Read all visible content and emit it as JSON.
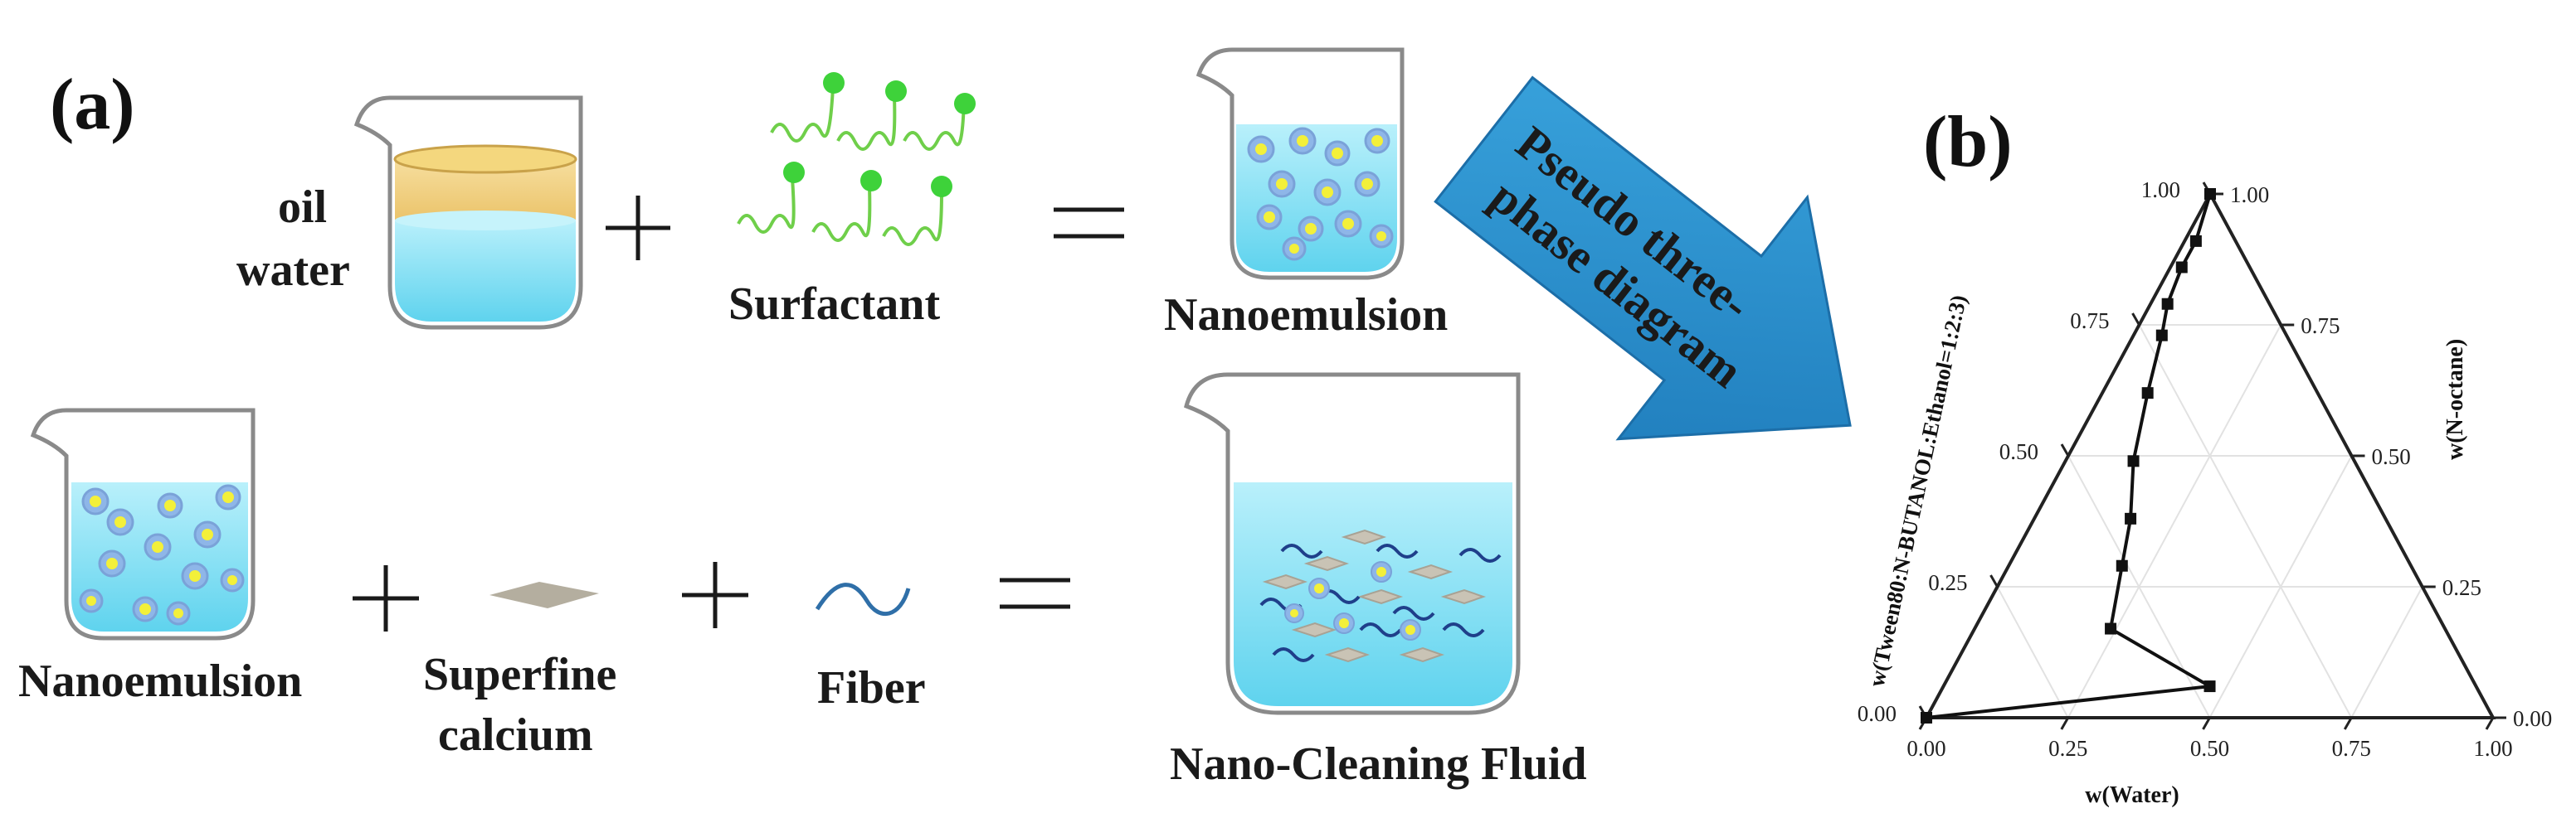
{
  "panel_a": {
    "label": "(a)",
    "oil_label": "oil",
    "water_label": "water",
    "surfactant_label": "Surfactant",
    "nanoemulsion_label": "Nanoemulsion",
    "nanoemulsion_label_2": "Nanoemulsion",
    "calcium_label_1": "Superfine",
    "calcium_label_2": "calcium",
    "fiber_label": "Fiber",
    "fluid_label": "Nano-Cleaning Fluid"
  },
  "arrow": {
    "line1": "Pseudo three-",
    "line2": "phase diagram",
    "color": "#2a8fcf"
  },
  "panel_b": {
    "label": "(b)",
    "bottom_axis_label": "w(Water)",
    "left_axis_label": "w(Tween80:N-BUTANOL:Ethanol=1:2:3)",
    "right_axis_label": "w(N-octane)",
    "bottom_ticks": [
      "0.00",
      "0.25",
      "0.50",
      "0.75",
      "1.00"
    ],
    "left_ticks": [
      "1.00",
      "0.75",
      "0.50",
      "0.25",
      "0.00"
    ],
    "right_ticks": [
      "0.00",
      "0.25",
      "0.50",
      "0.75",
      "1.00"
    ]
  },
  "chart_data": {
    "type": "scatter",
    "subtype": "ternary",
    "axes": [
      "w(Water)",
      "w(N-octane)",
      "w(Tween80:N-BUTANOL:Ethanol=1:2:3)"
    ],
    "grid": true,
    "series": [
      {
        "points": [
          {
            "water": 0.0,
            "octane": 1.0
          },
          {
            "water": 0.02,
            "octane": 0.91
          },
          {
            "water": 0.02,
            "octane": 0.86
          },
          {
            "water": 0.03,
            "octane": 0.79
          },
          {
            "water": 0.05,
            "octane": 0.73
          },
          {
            "water": 0.08,
            "octane": 0.62
          },
          {
            "water": 0.12,
            "octane": 0.49
          },
          {
            "water": 0.17,
            "octane": 0.38
          },
          {
            "water": 0.2,
            "octane": 0.29
          },
          {
            "water": 0.24,
            "octane": 0.17
          },
          {
            "water": 0.47,
            "octane": 0.06
          },
          {
            "water": 0.0,
            "octane": 0.0
          }
        ]
      }
    ]
  }
}
